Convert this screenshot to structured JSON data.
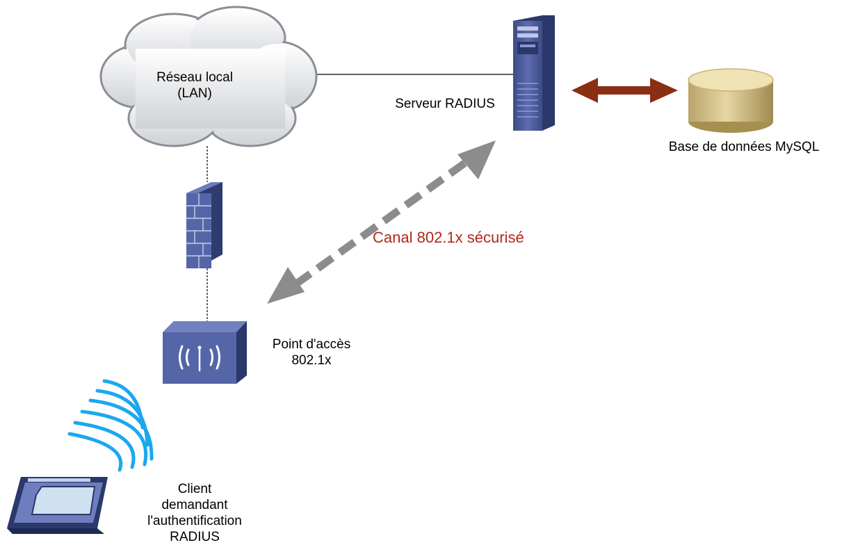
{
  "labels": {
    "lan": [
      "Réseau local",
      "(LAN)"
    ],
    "radius_server": "Serveur RADIUS",
    "database": "Base de données MySQL",
    "access_point": [
      "Point d'accès",
      "802.1x"
    ],
    "client": [
      "Client",
      "demandant",
      "l'authentification",
      "RADIUS"
    ],
    "secure_channel": "Canal 802.1x sécurisé"
  },
  "colors": {
    "secure_channel_text": "#b0281a",
    "db_arrow": "#8a2e14",
    "secure_channel_arrow": "#8c8c8c",
    "device_blue": "#4a5b9a",
    "wifi_waves": "#1aa8f0",
    "database": "#d9c58c"
  },
  "icons": {
    "lan": "cloud-icon",
    "firewall": "brick-wall-icon",
    "radius_server": "tower-server-icon",
    "database": "database-cylinder-icon",
    "access_point": "wireless-access-point-icon",
    "client": "tablet-device-icon",
    "signal": "wifi-waves-icon"
  }
}
